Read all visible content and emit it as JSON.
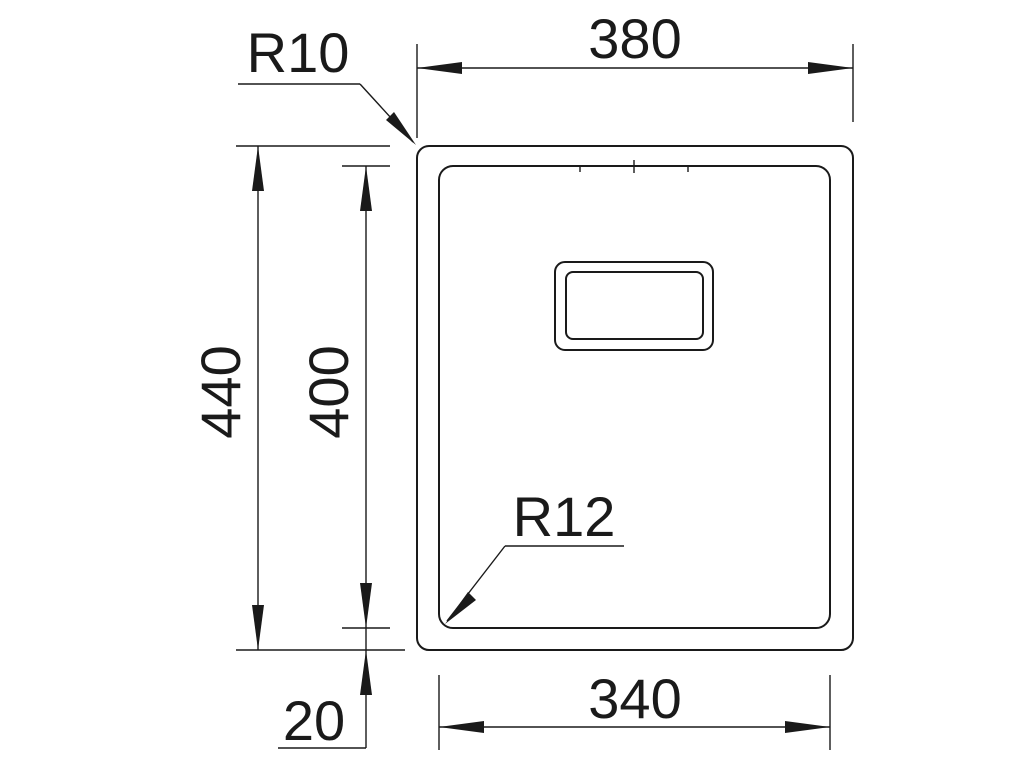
{
  "diagram": {
    "dimensions": {
      "outer_width": "380",
      "inner_width": "340",
      "outer_height": "440",
      "inner_height": "400",
      "bottom_offset": "20"
    },
    "radii": {
      "outer_corner": "R10",
      "inner_corner": "R12"
    }
  }
}
